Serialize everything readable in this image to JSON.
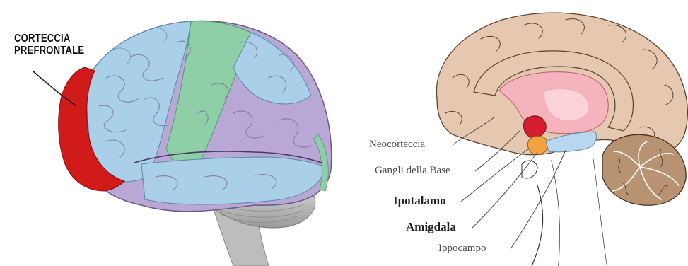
{
  "left_figure": {
    "label_line1": "CORTECCIA",
    "label_line2": "PREFRONTALE"
  },
  "right_figure": {
    "labels": [
      "Neocorteccia",
      "Gangli della Base",
      "Ipotalamo",
      "Amigdala",
      "Ippocampo"
    ]
  },
  "colors": {
    "prefrontal": "#d11a1a",
    "frontal_blue": "#a9cfe9",
    "motor_green": "#8fcfa8",
    "lavender": "#b9a7d6",
    "cortex_beige": "#e6c8b0",
    "limbic_pink": "#f5b3bd",
    "amygdala_orange": "#f2a240",
    "cerebellum_brown": "#b89372"
  }
}
